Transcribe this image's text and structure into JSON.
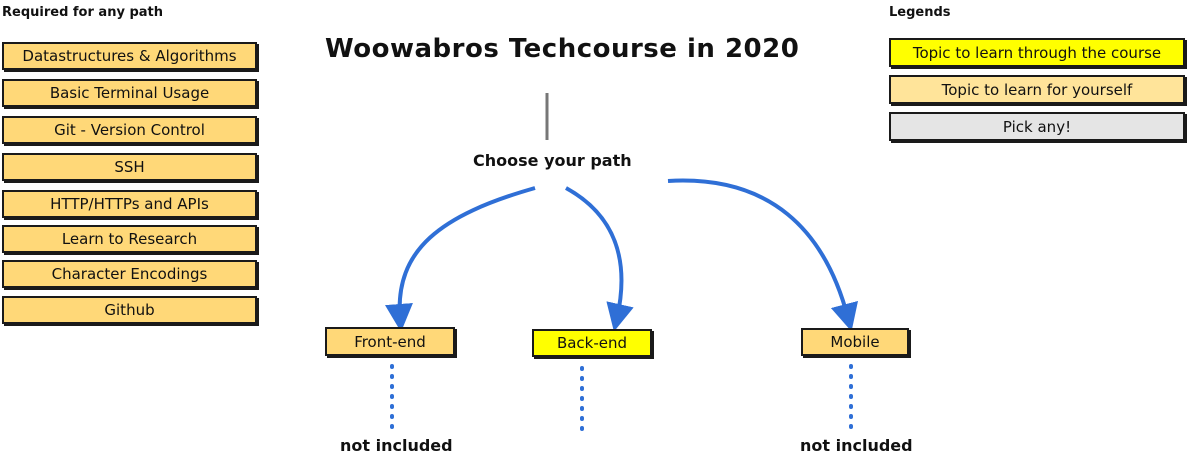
{
  "required": {
    "label": "Required for any path",
    "items": [
      "Datastructures & Algorithms",
      "Basic Terminal Usage",
      "Git - Version Control",
      "SSH",
      "HTTP/HTTPs and APIs",
      "Learn to Research",
      "Character Encodings",
      "Github"
    ]
  },
  "title": "Woowabros Techcourse in 2020",
  "choose_label": "Choose your path",
  "paths": {
    "frontend": "Front-end",
    "backend": "Back-end",
    "mobile": "Mobile"
  },
  "not_included": "not included",
  "legends": {
    "label": "Legends",
    "course": "Topic to learn through the course",
    "self": "Topic to learn for yourself",
    "pick": "Pick any!"
  },
  "colors": {
    "course_topic": "#ffff00",
    "self_topic": "#ffe49a",
    "required_topic": "#ffd878",
    "pick_any": "#e5e5e5",
    "arrows": "#2f6fd6"
  }
}
